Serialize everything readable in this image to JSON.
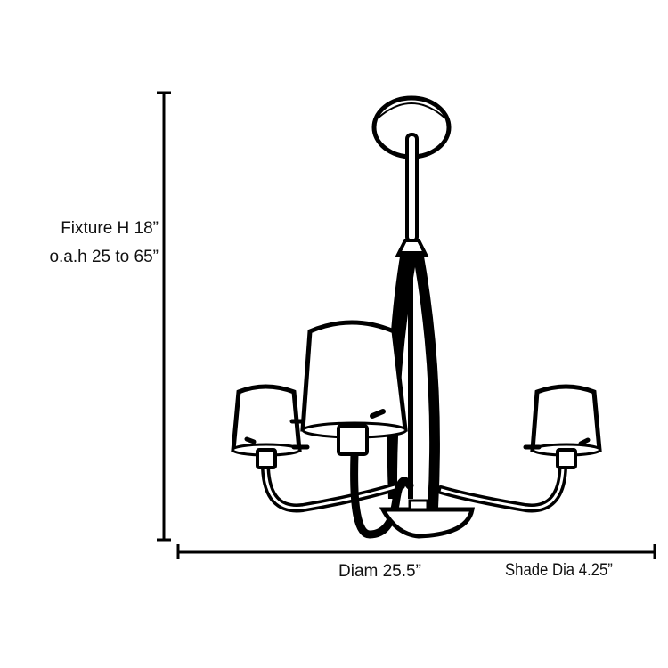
{
  "diagram": {
    "title": "Chandelier dimension diagram",
    "subject": "3-light chandelier with drum shades",
    "dimensions": {
      "fixture_height": "Fixture H 18”",
      "overall_height": "o.a.h 25 to 65”",
      "diameter": "Diam 25.5”",
      "shade_diameter": "Shade Dia 4.25”"
    },
    "colors": {
      "line": "#000000",
      "background": "#ffffff",
      "text": "#111111"
    }
  }
}
